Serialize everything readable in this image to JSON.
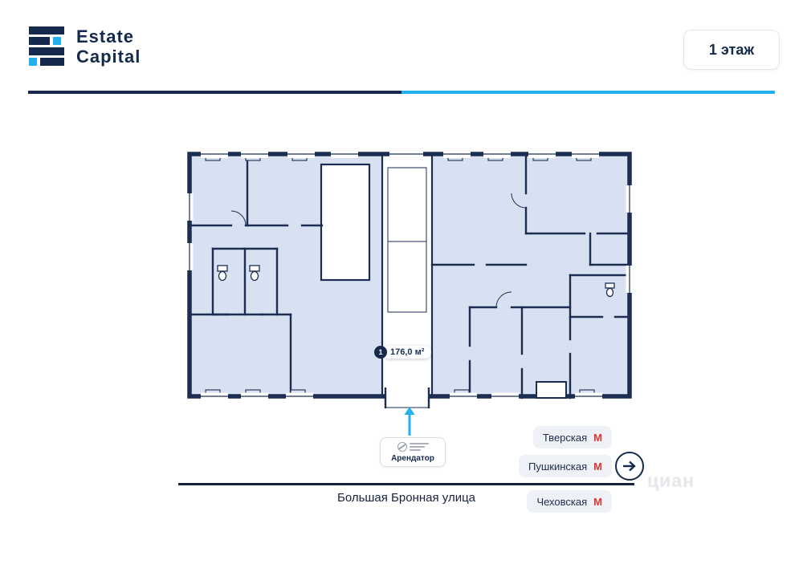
{
  "header": {
    "brand": {
      "line1": "Estate",
      "line2": "Capital"
    },
    "floor_badge": "1 этаж"
  },
  "plan": {
    "unit_number": "1",
    "area_label": "176,0 м²"
  },
  "entrance": {
    "tenant_label": "Арендатор"
  },
  "metro": {
    "letter": "М",
    "stations": [
      "Тверская",
      "Пушкинская",
      "Чеховская"
    ]
  },
  "street_label": "Большая Бронная улица",
  "watermark": "циан",
  "colors": {
    "navy": "#14294b",
    "cyan": "#23b0ee",
    "wall": "#1b2d50",
    "room_fill": "#d8e1f1",
    "metro_red": "#e0352c"
  }
}
